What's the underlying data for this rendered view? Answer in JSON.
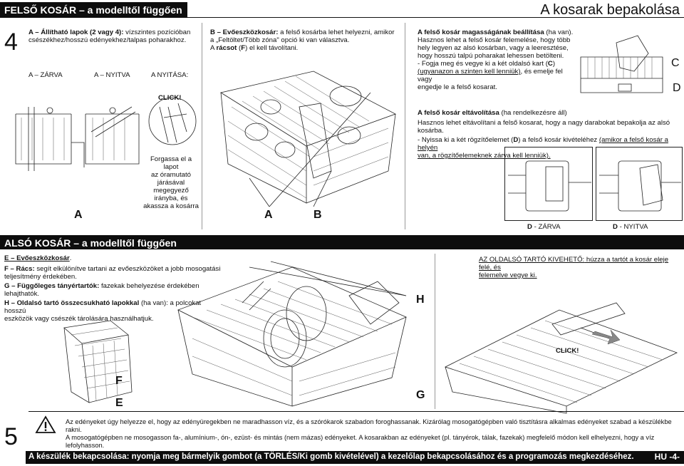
{
  "top": {
    "section_title": "FELSŐ KOSÁR – a modelltől függően",
    "page_title": "A kosarak bepakolása",
    "step_number": "4",
    "col1": {
      "a_text_bold": "A – Állítható lapok (2 vagy 4):",
      "a_text_rest": " vízszintes pozícióban csészékhez/hosszú edényekhez/talpas poharakhoz.",
      "state_closed": "A – ZÁRVA",
      "state_open": "A – NYITVA",
      "state_opening": "A NYITÁSA:",
      "click": "CLICK!",
      "rotate_text": [
        "Forgassa el a lapot",
        "az óramutató",
        "járásával",
        "megegyező",
        "irányba, és",
        "akassza a kosárra"
      ],
      "label_a": "A"
    },
    "col2": {
      "b_bold": "B – Evőeszközkosár:",
      "b_rest": " a felső kosárba lehet helyezni, amikor",
      "b_line2": "a „Feltöltet/Több zóna\" opció ki van választva.",
      "f_text_pre": "A ",
      "f_text_bold": "rácsot",
      "f_text_mid": " (",
      "f_letter": "F",
      "f_text_post": ") el kell távolítani.",
      "label_a": "A",
      "label_b": "B"
    },
    "col3": {
      "height_title_bold": "A felső kosár magasságának beállítása",
      "height_title_rest": " (ha van).",
      "height_lines": [
        "Hasznos lehet a felső kosár felemelése, hogy több",
        "hely legyen az alsó kosárban, vagy a leeresztése,",
        "hogy hosszú talpú poharakat lehessen betölteni."
      ],
      "height_instr_1": "- Fogja meg és vegye ki a két oldalsó kart (",
      "height_instr_c": "C",
      "height_instr_2": ")",
      "height_instr_u": "(ugyanazon a szinten kell lenniük)",
      "height_instr_3": ", és emelje fel vagy",
      "height_instr_4": "engedje le a felső kosarat.",
      "label_c": "C",
      "label_d": "D",
      "removal_title_bold": "A felső kosár eltávolítása",
      "removal_title_rest": " (ha rendelkezésre áll)",
      "removal_line1": "Hasznos lehet eltávolítani a felső kosarat, hogy a nagy darabokat bepakolja az alsó kosárba.",
      "removal_line2_pre": "- Nyissa ki a két rögzítőelemet (",
      "removal_line2_d": "D",
      "removal_line2_post": ") a felső kosár kivételéhez ",
      "removal_line2_u": "(amikor a felső kosár a helyén",
      "removal_line3_u": "van, a rögzítőelemeknek zárva kell lenniük).",
      "d_closed_b": "D",
      "d_closed_rest": " - ZÁRVA",
      "d_open_b": "D",
      "d_open_rest": " - NYITVA"
    }
  },
  "bottom": {
    "section_title": "ALSÓ KOSÁR – a modelltől függően",
    "e_bold": "E – Evőeszközkosár",
    "e_rest": ".",
    "f_bold": "F – Rács:",
    "f_rest": " segít elkülönítve tartani az evőeszközöket a jobb mosogatási",
    "f_line2": "teljesítmény érdekében.",
    "g_bold": "G – Függőleges tányértartók:",
    "g_rest": " fazekak behelyezése érdekében lehajthatók.",
    "h_bold": "H – Oldalsó tartó összecsukható lapokkal",
    "h_rest": " (ha van): a polcokat hosszú",
    "h_line2": "eszközök vagy csészék tárolására használhatjuk.",
    "label_f": "F",
    "label_e": "E",
    "label_h": "H",
    "label_g": "G",
    "side_holder_u": "AZ OLDALSÓ TARTÓ KIVEHETŐ:",
    "side_holder_rest": " húzza a tartót a kosár eleje felé, és",
    "side_holder_line2": "felemelve vegye ki.",
    "click": "CLICK!"
  },
  "footer": {
    "step_number": "5",
    "warn_line1": "Az edényeket úgy helyezze el, hogy az edényüregekben ne maradhasson víz, és a szórókarok szabadon foroghassanak. Kizárólag mosogatógépben való tisztításra alkalmas edényeket szabad a készülékbe rakni.",
    "warn_line2": "A mosogatógépben ne mosogasson fa-, alumínium-, ón-, ezüst- és mintás (nem mázas) edényeket. A kosarakban az edényeket (pl. tányérok, tálak, fazekak) megfelelő módon kell elhelyezni, hogy a víz lefolyhasson.",
    "bottom_bar": "A készülék bekapcsolása: nyomja meg bármelyik gombot (a TÖRLÉS/Ki gomb kivételével) a kezelőlap bekapcsolásához és a programozás megkezdéséhez.",
    "page_code": "HU -4-"
  },
  "icons": [
    "warning-icon",
    "arrow-icon"
  ]
}
